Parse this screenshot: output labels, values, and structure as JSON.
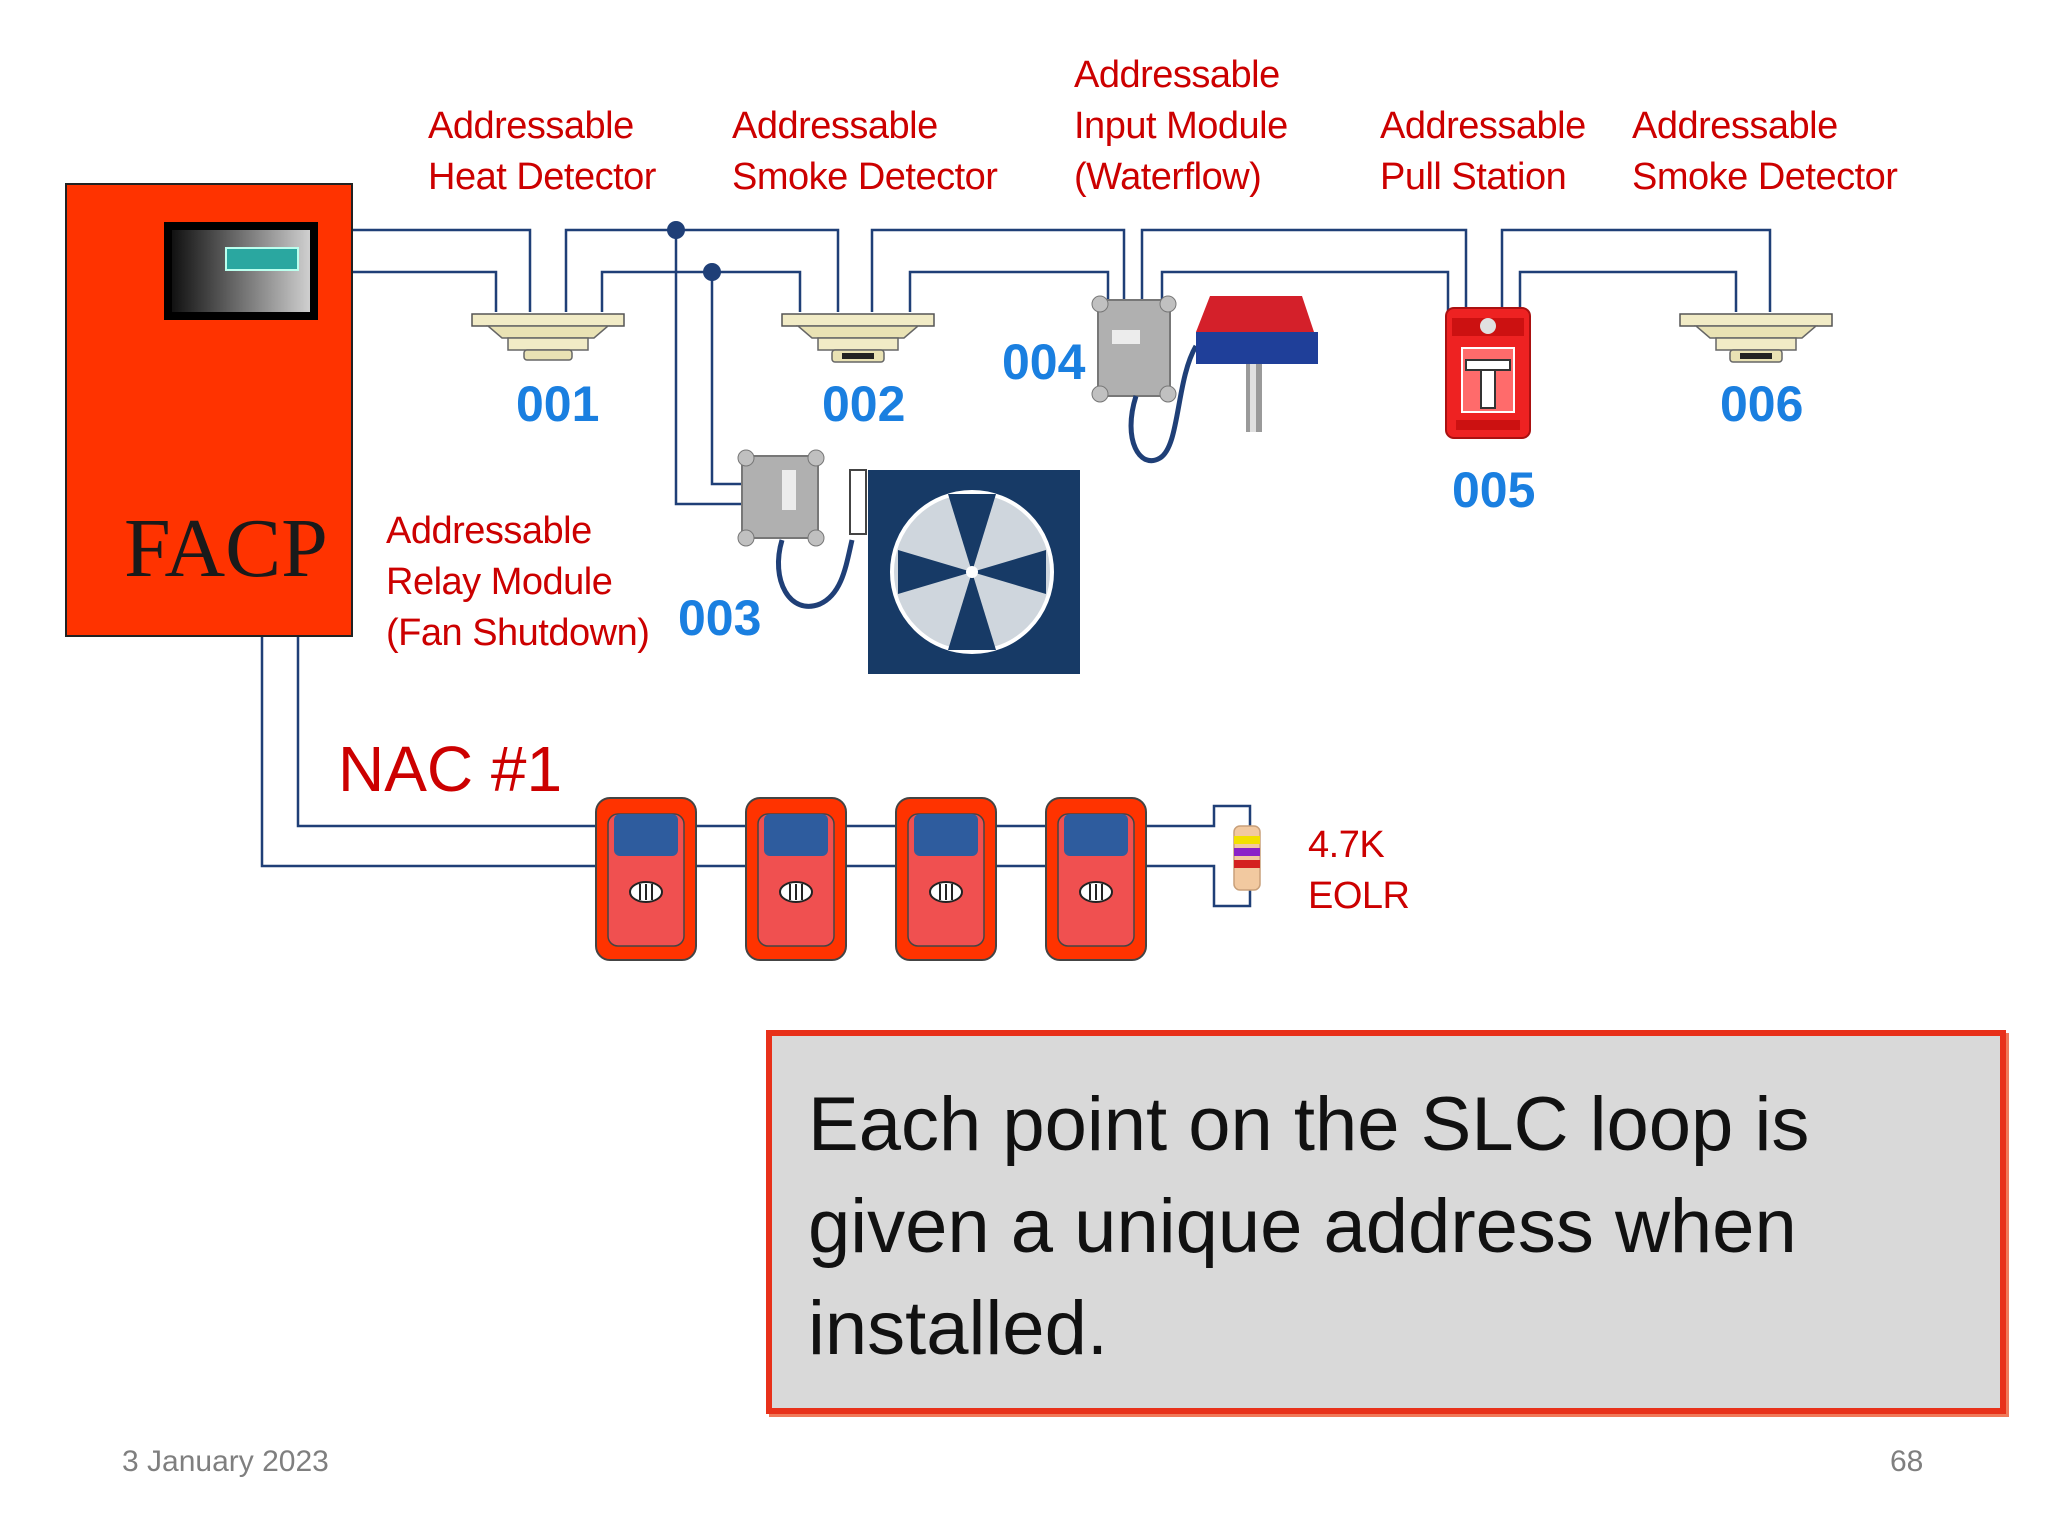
{
  "panel": {
    "label": "FACP"
  },
  "devices": [
    {
      "id": "001",
      "name_line1": "Addressable",
      "name_line2": "Heat Detector",
      "icon": "heat-detector-icon"
    },
    {
      "id": "002",
      "name_line1": "Addressable",
      "name_line2": "Smoke Detector",
      "icon": "smoke-detector-icon"
    },
    {
      "id": "003",
      "name_line1": "Addressable",
      "name_line2": "Relay Module",
      "name_line3": "(Fan Shutdown)",
      "icon": "relay-module-icon"
    },
    {
      "id": "004",
      "name_line1": "Addressable",
      "name_line2": "Input Module",
      "name_line3": "(Waterflow)",
      "icon": "input-module-icon"
    },
    {
      "id": "005",
      "name_line1": "Addressable",
      "name_line2": "Pull Station",
      "icon": "pull-station-icon"
    },
    {
      "id": "006",
      "name_line1": "Addressable",
      "name_line2": "Smoke Detector",
      "icon": "smoke-detector-icon"
    }
  ],
  "nac": {
    "label": "NAC #1",
    "eolr_line1": "4.7K",
    "eolr_line2": "EOLR"
  },
  "callout": {
    "text": "Each point on the SLC loop is given a unique address when installed."
  },
  "footer": {
    "date": "3 January 2023",
    "page": "68"
  },
  "colors": {
    "label_red": "#cc0000",
    "address_blue": "#1a7fe0",
    "panel_red": "#ff3300",
    "wire_blue": "#1f3f77"
  }
}
